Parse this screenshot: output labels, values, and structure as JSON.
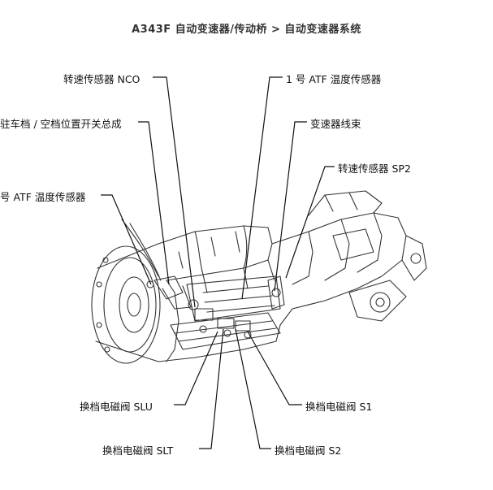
{
  "breadcrumb": {
    "title": "A343F 自动变速器/传动桥 > 自动变速器系统"
  },
  "labels": {
    "nco_sensor": "转速传感器 NCO",
    "atf_temp_1": "1 号 ATF 温度传感器",
    "park_neutral_switch": "驻车档 / 空档位置开关总成",
    "wire_harness": "变速器线束",
    "sp2_sensor": "转速传感器 SP2",
    "atf_temp_2": "号 ATF 温度传感器",
    "slu_valve": "换档电磁阀 SLU",
    "s1_valve": "换档电磁阀 S1",
    "slt_valve": "换档电磁阀 SLT",
    "s2_valve": "换档电磁阀 S2"
  }
}
